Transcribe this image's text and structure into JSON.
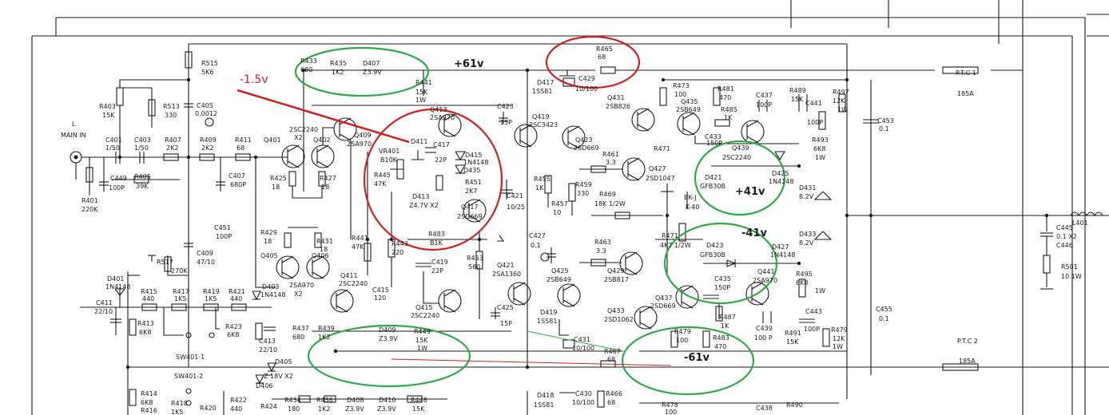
{
  "annotations": {
    "v_pos61": "+61v",
    "v_neg61": "-61v",
    "v_pos41": "+41v",
    "v_neg41": "-41v",
    "v_neg1_5": "-1.5v"
  },
  "colors": {
    "ring_green": "#2fa84a",
    "ring_red": "#cc2222",
    "ink": "#1a1a1a"
  },
  "labels": {
    "main_in": "MAIN IN",
    "l": "L",
    "r515": "R515",
    "r515v": "5K6",
    "r403": "R403",
    "r403v": "15K",
    "r513": "R513",
    "r513v": "330",
    "c405": "C405",
    "c405v": "0.0012",
    "c401": "C401",
    "c401v": "1/50",
    "c403": "C403",
    "c403v": "1/50",
    "r407": "R407",
    "r407v": "2K2",
    "r409": "R409",
    "r409v": "2K2",
    "r411": "R411",
    "r411v": "68",
    "c449": "C449",
    "c449v": "100P",
    "r405": "R405",
    "r405v": "39K",
    "r401": "R401",
    "r401v": "220K",
    "c407": "C407",
    "c407v": "680P",
    "q401": "Q401",
    "q402": "Q402",
    "sc2240_x2": "2SC2240",
    "x2a": "X2",
    "r425": "R425",
    "r425v": "18",
    "r427": "R427",
    "r427v": "18",
    "q409": "Q409",
    "q409t": "2SA970",
    "r433": "R433",
    "r433v": "680",
    "r435": "R435",
    "r435v": "1K2",
    "d407": "D407",
    "d407v": "Z3.9V",
    "r441": "R441",
    "r441v": "15K",
    "r441w": "1W",
    "q413": "Q413",
    "q413t": "2SA970",
    "vr401": "VR401",
    "vr401v": "B10K",
    "d411": "D411",
    "c417": "C417",
    "c417v": "22P",
    "d415": "D415",
    "d415t": "1N4148",
    "d435": "D435",
    "r445": "R445",
    "r445v": "47K",
    "d413": "D413",
    "d413v": "Z4.7V X2",
    "r451": "R451",
    "r451v": "2K7",
    "q417": "Q417",
    "q417t": "2SD669",
    "c421": "C421",
    "c421v": "10/25",
    "c423": "C423",
    "c423v": "15P",
    "q419": "Q419",
    "q419t": "2SC3423",
    "d417": "D417",
    "d417t": "1SS81",
    "c429": "C429",
    "c429v": "10/100",
    "r465": "R465",
    "r465v": "68",
    "q423": "Q423",
    "q423t": "2SD669",
    "r455": "R455",
    "r455v": "1K",
    "r457": "R457",
    "r457v": "10",
    "r459": "R459",
    "r459v": "330",
    "r461": "R461",
    "r461v": "3.3",
    "q431": "Q431",
    "q431t": "2SB826",
    "r473": "R473",
    "r473v": "100",
    "q435": "Q435",
    "q435t": "2SB649",
    "r481": "R481",
    "r481v": "470",
    "r485": "R485",
    "r485v": "1K",
    "c437": "C437",
    "c437v": "100P",
    "r489": "R489",
    "r489v": "15K",
    "c441": "C441",
    "c441v": "100P",
    "r493": "R493",
    "r493v": "6K8",
    "r493w": "1W",
    "r497": "R497",
    "r497v": "12K",
    "r497w": "1W",
    "ptc1": "P.T.C 1",
    "ptc1v": "185A",
    "c453": "C453",
    "c453v": "0.1",
    "q427": "Q427",
    "q427t": "2SD1047",
    "r471": "R471",
    "c433": "C433",
    "c433v": "150P",
    "q439": "Q439",
    "q439t": "2SC2240",
    "d421": "D421",
    "d421t": "GFB30B",
    "d425": "D425",
    "d425t": "1N4148",
    "d431": "D431",
    "d431v": "8.2V",
    "l401": "L401",
    "r469": "R469",
    "r469v": "18K 1/2W",
    "bkj": "BK-J",
    "k40": "K-40",
    "c451": "C451",
    "c451v": "100P",
    "r429": "R429",
    "r429v": "18",
    "c409": "C409",
    "c409v": "47/10",
    "r517": "R517",
    "r517v": "270K",
    "q405": "Q405",
    "q406": "Q406",
    "r431": "R431",
    "r431v": "18",
    "sa970_x2": "2SA970",
    "x2b": "X2",
    "d401": "D401",
    "d401t": "1N4148",
    "d403": "D403",
    "d403t": "1N4148",
    "r441b": "R441",
    "r441bv": "47K",
    "r443": "R443",
    "r443v": "220",
    "r483": "R483",
    "r483v": "B1K",
    "r453": "R453",
    "r453v": "560",
    "c419": "C419",
    "c419v": "22P",
    "q411": "Q411",
    "q411t": "2SC2240",
    "c415": "C415",
    "c415v": "120",
    "q415": "Q415",
    "q415t": "2SC2240",
    "q421": "Q421",
    "q421t": "2SA1360",
    "c427": "C427",
    "c427v": "0.1",
    "r463": "R463",
    "r463v": "3.3",
    "q425": "Q425",
    "q425t": "2SB649",
    "q429": "Q429",
    "q429t": "2SB817",
    "r471b": "R471",
    "r471bv": "4K7 1/2W",
    "d423": "D423",
    "d423t": "GFB30B",
    "d427": "D427",
    "d427t": "1N4148",
    "d433": "D433",
    "d433v": "8.2V",
    "c445": "C445",
    "c445v": "0.1 X2",
    "c446": "C446",
    "r501": "R501",
    "r501v": "10 1W",
    "c435": "C435",
    "c435v": "150P",
    "q441": "Q441",
    "q441t": "2SA970",
    "r495": "R495",
    "r495v": "6K8",
    "r495w": "1W",
    "q437": "Q437",
    "q437t": "2SD669",
    "r415": "R415",
    "r415v": "440",
    "r417": "R417",
    "r417v": "1K5",
    "r419": "R419",
    "r419v": "1K5",
    "r421": "R421",
    "r421v": "440",
    "c411": "C411",
    "c411v": "22/10",
    "r413": "R413",
    "r413v": "6K8",
    "r423": "R423",
    "r423v": "6K8",
    "c413": "C413",
    "c413v": "22/10",
    "sw4011": "SW401-1",
    "r437": "R437",
    "r437v": "680",
    "r439": "R439",
    "r439v": "1K2",
    "d409": "D409",
    "d409v": "Z3.9V",
    "r449": "R449",
    "r449v": "15K",
    "r449w": "1W",
    "c425": "C425",
    "c425v": "15P",
    "d419": "D419",
    "d419t": "1SS81",
    "c431": "C431",
    "c431v": "10/100",
    "r467": "R467",
    "r467v": "68",
    "q433": "Q433",
    "q433t": "2SD1062",
    "r479": "R479",
    "r479v": "100",
    "r487": "R487",
    "r487v": "1K",
    "r483b": "R483",
    "r483bv": "470",
    "c439": "C439",
    "c439v": "100 P",
    "r491": "R491",
    "r491v": "15K",
    "c443": "C443",
    "c443v": "100P",
    "r479b": "R479",
    "r479bv": "12K",
    "r479bw": "1W",
    "c455": "C455",
    "c455v": "0.1",
    "ptc2": "P.T.C 2",
    "ptc2v": "185A",
    "d405": "D405",
    "z18v": "Z 18V X2",
    "d406": "D406",
    "sw4012": "SW401-2",
    "r414": "R414",
    "r414v": "6K8",
    "r416": "R416",
    "r418": "R418",
    "r418v": "1K5",
    "r420": "R420",
    "r422": "R422",
    "r422v": "440",
    "r424": "R424",
    "r434": "R434",
    "r434v": "180",
    "r436": "R436",
    "r436v": "1K2",
    "d408": "D408",
    "d408v": "Z3.9V",
    "d410": "D410",
    "d410v": "Z3.9V",
    "r448": "R448",
    "r448v": "15K",
    "d418": "D418",
    "d418t": "1SS81",
    "c430": "C430",
    "c430v": "10/100",
    "r466": "R466",
    "r466v": "68",
    "r478": "R478",
    "r478v": "100",
    "c438": "C438",
    "r490": "R490"
  }
}
